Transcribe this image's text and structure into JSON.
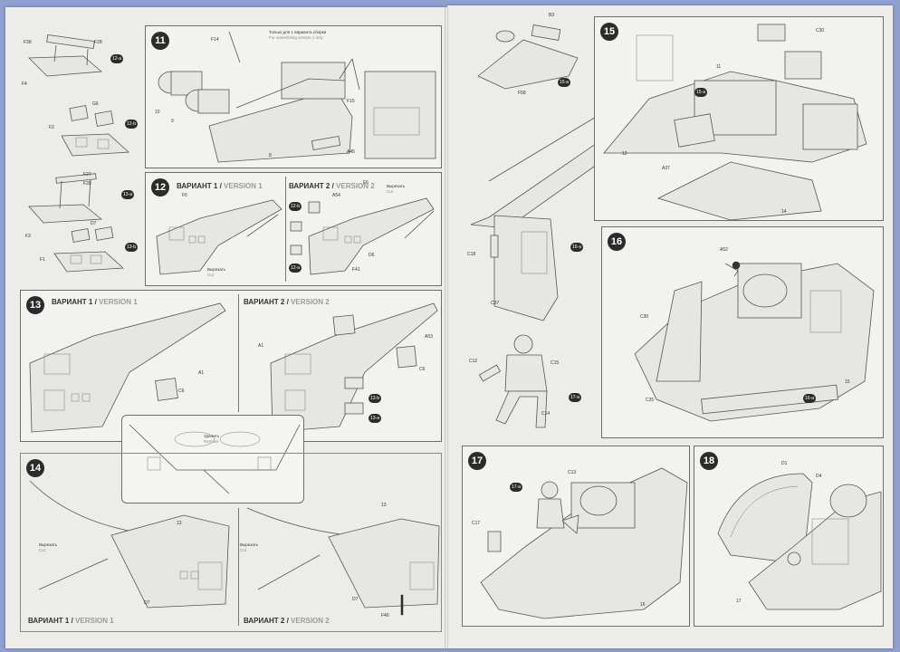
{
  "steps": {
    "s11": {
      "number": "11",
      "note_ru": "Только для 1 варианта сборки",
      "note_en": "For assembling version 1 only",
      "parts": [
        "F14",
        "10",
        "9",
        "8",
        "F15",
        "A45"
      ],
      "subs": [
        "12-a",
        "12-b"
      ],
      "left_parts_a": [
        "F38",
        "F28",
        "F4"
      ],
      "left_parts_b": [
        "G6",
        "F2"
      ]
    },
    "s12": {
      "number": "12",
      "v1_ru": "ВАРИАНТ 1",
      "v1_en": "VERSION 1",
      "v2_ru": "ВАРИАНТ 2",
      "v2_en": "VERSION 2",
      "cut_ru": "Вырезать",
      "cut_en": "Cut",
      "parts_v1": [
        "F6"
      ],
      "parts_v2": [
        "A54",
        "F6",
        "D6",
        "F41"
      ],
      "subs": [
        "12-b",
        "12-a"
      ],
      "left_parts_a": [
        "F27",
        "F39",
        "F3"
      ],
      "left_parts_b": [
        "D7",
        "F1"
      ],
      "left_subs": [
        "13-a",
        "13-b"
      ]
    },
    "s13": {
      "number": "13",
      "v1_ru": "ВАРИАНТ 1",
      "v1_en": "VERSION 1",
      "v2_ru": "ВАРИАНТ 2",
      "v2_en": "VERSION 2",
      "parts_v1": [
        "A1",
        "C6"
      ],
      "parts_v2": [
        "A1",
        "A53",
        "C6"
      ],
      "subs": [
        "13-b",
        "13-a"
      ],
      "remove_ru": "Удалить",
      "remove_en": "Remove"
    },
    "s14": {
      "number": "14",
      "v1_ru": "ВАРИАНТ 1",
      "v1_en": "VERSION 1",
      "v2_ru": "ВАРИАНТ 2",
      "v2_en": "VERSION 2",
      "cut_ru": "Вырезать",
      "cut_en": "Cut",
      "parts": [
        "13",
        "D7",
        "13",
        "D7",
        "F46"
      ]
    },
    "s15": {
      "number": "15",
      "parts": [
        "B3",
        "F58",
        "C30",
        "11",
        "12",
        "A37",
        "14"
      ],
      "subs": [
        "15-a",
        "15-a"
      ]
    },
    "s16": {
      "number": "16",
      "parts": [
        "A52",
        "C30",
        "15",
        "C25",
        "C18",
        "C37"
      ],
      "subs": [
        "16-a",
        "16-a"
      ]
    },
    "s17": {
      "number": "17",
      "parts": [
        "C12",
        "C15",
        "C14",
        "C13",
        "C17",
        "16"
      ],
      "subs": [
        "17-a",
        "17-a"
      ]
    },
    "s18": {
      "number": "18",
      "parts": [
        "D1",
        "D4",
        "17"
      ]
    }
  }
}
